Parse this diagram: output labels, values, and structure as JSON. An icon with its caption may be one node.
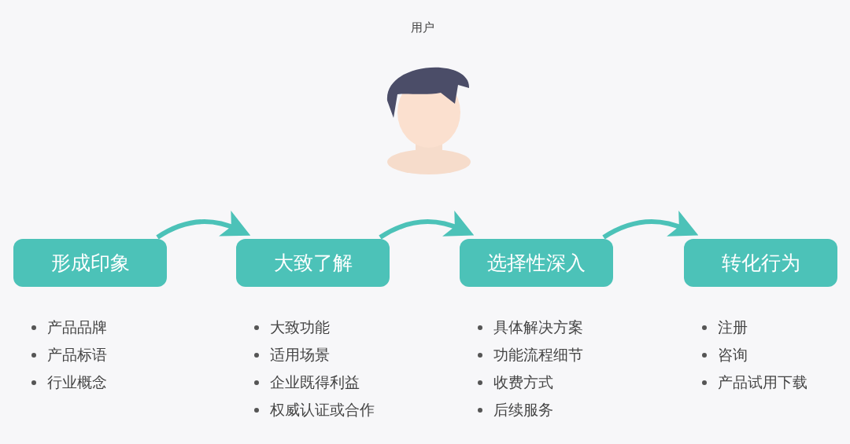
{
  "diagram": {
    "nodes": [
      {
        "text": [
          "形成印象"
        ],
        "beside": [
          "产品品牌",
          "产品标语",
          "行业概念"
        ]
      },
      {
        "text": [
          "大致了解"
        ],
        "beside": [
          "大致功能",
          "适用场景",
          "企业既得利益",
          "权威认证或合作"
        ]
      },
      {
        "text": [
          "选择性深入"
        ],
        "beside": [
          "具体解决方案",
          "功能流程细节",
          "收费方式",
          "后续服务"
        ]
      },
      {
        "text": [
          "转化行为"
        ],
        "beside": [
          "注册",
          "咨询",
          "产品试用下载"
        ]
      }
    ],
    "edges": [
      {
        "from": 0,
        "to": 1,
        "arrow": "to"
      },
      {
        "from": 1,
        "to": 2,
        "arrow": "to"
      },
      {
        "from": 2,
        "to": 3,
        "arrow": "to"
      }
    ],
    "labels": [
      "用户"
    ]
  }
}
